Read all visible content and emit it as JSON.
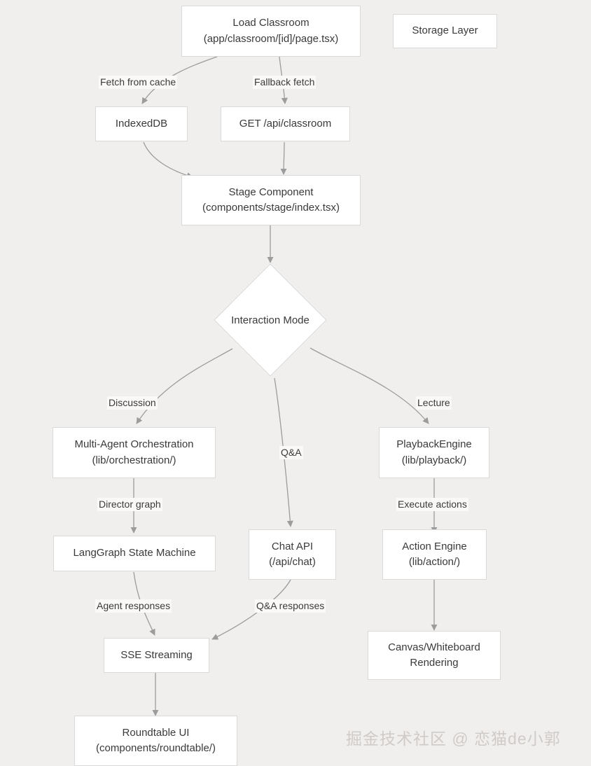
{
  "diagram": {
    "type": "flowchart",
    "title": "Classroom load and interaction mode flow",
    "background_color": "#f1efee",
    "node_fill": "#ffffff",
    "node_border": "#d9d9d9",
    "edge_color": "#9c9c9c",
    "text_color": "#3a3a3a",
    "nodes": [
      {
        "id": "load_classroom",
        "shape": "rect",
        "line1": "Load Classroom",
        "line2": "(app/classroom/[id]/page.tsx)"
      },
      {
        "id": "storage_layer",
        "shape": "rect",
        "line1": "Storage Layer",
        "line2": ""
      },
      {
        "id": "indexeddb",
        "shape": "rect",
        "line1": "IndexedDB",
        "line2": ""
      },
      {
        "id": "get_api_classroom",
        "shape": "rect",
        "line1": "GET /api/classroom",
        "line2": ""
      },
      {
        "id": "stage_component",
        "shape": "rect",
        "line1": "Stage Component",
        "line2": "(components/stage/index.tsx)"
      },
      {
        "id": "interaction_mode",
        "shape": "diamond",
        "line1": "Interaction Mode",
        "line2": ""
      },
      {
        "id": "multi_agent_orchestration",
        "shape": "rect",
        "line1": "Multi-Agent Orchestration",
        "line2": "(lib/orchestration/)"
      },
      {
        "id": "playback_engine",
        "shape": "rect",
        "line1": "PlaybackEngine",
        "line2": "(lib/playback/)"
      },
      {
        "id": "langgraph_state_machine",
        "shape": "rect",
        "line1": "LangGraph State Machine",
        "line2": ""
      },
      {
        "id": "chat_api",
        "shape": "rect",
        "line1": "Chat API",
        "line2": "(/api/chat)"
      },
      {
        "id": "action_engine",
        "shape": "rect",
        "line1": "Action Engine",
        "line2": "(lib/action/)"
      },
      {
        "id": "sse_streaming",
        "shape": "rect",
        "line1": "SSE Streaming",
        "line2": ""
      },
      {
        "id": "canvas_whiteboard",
        "shape": "rect",
        "line1": "Canvas/Whiteboard",
        "line2": "Rendering"
      },
      {
        "id": "roundtable_ui",
        "shape": "rect",
        "line1": "Roundtable UI",
        "line2": "(components/roundtable/)"
      }
    ],
    "edges": [
      {
        "from": "load_classroom",
        "to": "indexeddb",
        "label": "Fetch from cache"
      },
      {
        "from": "load_classroom",
        "to": "get_api_classroom",
        "label": "Fallback fetch"
      },
      {
        "from": "indexeddb",
        "to": "stage_component",
        "label": ""
      },
      {
        "from": "get_api_classroom",
        "to": "stage_component",
        "label": ""
      },
      {
        "from": "stage_component",
        "to": "interaction_mode",
        "label": ""
      },
      {
        "from": "interaction_mode",
        "to": "multi_agent_orchestration",
        "label": "Discussion"
      },
      {
        "from": "interaction_mode",
        "to": "chat_api",
        "label": "Q&A"
      },
      {
        "from": "interaction_mode",
        "to": "playback_engine",
        "label": "Lecture"
      },
      {
        "from": "multi_agent_orchestration",
        "to": "langgraph_state_machine",
        "label": "Director graph"
      },
      {
        "from": "playback_engine",
        "to": "action_engine",
        "label": "Execute actions"
      },
      {
        "from": "langgraph_state_machine",
        "to": "sse_streaming",
        "label": "Agent responses"
      },
      {
        "from": "chat_api",
        "to": "sse_streaming",
        "label": "Q&A responses"
      },
      {
        "from": "action_engine",
        "to": "canvas_whiteboard",
        "label": ""
      },
      {
        "from": "sse_streaming",
        "to": "roundtable_ui",
        "label": ""
      }
    ]
  },
  "watermark": {
    "text": "掘金技术社区 @ 恋猫de小郭"
  }
}
